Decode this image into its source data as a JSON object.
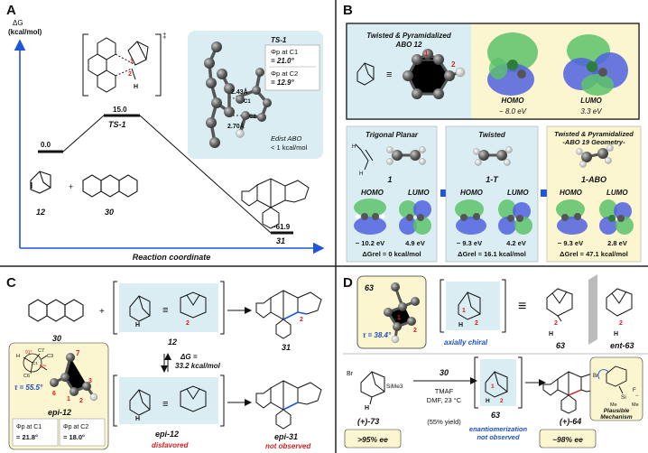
{
  "panels": {
    "a": "A",
    "b": "B",
    "c": "C",
    "d": "D"
  },
  "colors": {
    "teal_box": "#d9edf2",
    "yellow_box": "#fbf6cf",
    "blue_axis": "#1f55d8",
    "red": "#d32020",
    "green_orbital": "#5cc26a",
    "blue_orbital": "#5061e0"
  },
  "panel_a": {
    "y_axis_label_1": "ΔG",
    "y_axis_label_2": "(kcal/mol)",
    "x_axis_label": "Reaction coordinate",
    "dagger": "‡",
    "ts_energy": "15.0",
    "ts_label": "TS-1",
    "start_energy": "0.0",
    "product_energy": "−61.9",
    "product_label": "31",
    "reactant_1": "12",
    "plus": "+",
    "reactant_2": "30",
    "atom_1": "1",
    "atom_2": "2",
    "atom_h": "H",
    "ts_box": {
      "title": "TS-1",
      "phi_c1_line1": "Φp at C1",
      "phi_c1_line2": "= 21.0°",
      "phi_c2_line1": "Φp at C2",
      "phi_c2_line2": "= 12.9°",
      "dist_1": "2.43Å",
      "dist_2": "2.70Å",
      "c1": "C1",
      "c2": "C2",
      "edist_line1": "Edist ABO",
      "edist_line2": "< 1 kcal/mol"
    }
  },
  "panel_b": {
    "abo_box": {
      "title_line1": "Twisted & Pyramidalized",
      "title_line2": "ABO 12",
      "homo": "HOMO",
      "homo_e": "− 8.0 eV",
      "lumo": "LUMO",
      "lumo_e": "3.3 eV"
    },
    "cols": [
      {
        "title": "Trigonal Planar",
        "label": "1",
        "homo": "HOMO",
        "lumo": "LUMO",
        "homo_e": "− 10.2 eV",
        "lumo_e": "4.9 eV",
        "dg": "ΔGrel = 0 kcal/mol"
      },
      {
        "title": "Twisted",
        "label": "1-T",
        "homo": "HOMO",
        "lumo": "LUMO",
        "homo_e": "− 9.3 eV",
        "lumo_e": "4.2 eV",
        "dg": "ΔGrel = 16.1 kcal/mol"
      },
      {
        "title": "Twisted & Pyramidalized",
        "title2": "-ABO 19 Geometry-",
        "label": "1-ABO",
        "homo": "HOMO",
        "lumo": "LUMO",
        "homo_e": "− 9.3 eV",
        "lumo_e": "2.8 eV",
        "dg": "ΔGrel = 47.1 kcal/mol"
      }
    ]
  },
  "panel_c": {
    "anthracene": "30",
    "plus": "+",
    "abo": "12",
    "product": "31",
    "dg_line1": "ΔG =",
    "dg_line2": "33.2 kcal/mol",
    "epi_abo": "epi-12",
    "epi_product": "epi-31",
    "disfavored": "disfavored",
    "not_observed": "not observed",
    "h": "H",
    "n1": "1",
    "n2": "2",
    "epi_box": {
      "tau": "τ = 55.5°",
      "label": "epi-12",
      "phi_c1_line1": "Φp at C1",
      "phi_c1_line2": "= 21.8°",
      "phi_c2_line1": "Φp at C2",
      "phi_c2_line2": "= 18.0°",
      "n7": "7",
      "n6": "6",
      "n1": "1",
      "n2": "2",
      "n3": "3",
      "newman_a1": "91°",
      "newman_a2": "50°",
      "c1": "C1",
      "c7": "C7",
      "c6": "C6",
      "c3": "C3",
      "h": "H"
    }
  },
  "panel_d": {
    "model_box": {
      "label": "63",
      "tau": "τ = 38.4°",
      "n1": "1",
      "n2": "2"
    },
    "axially_chiral": "axially chiral",
    "equiv": "≡",
    "c63": "63",
    "ent63": "ent-63",
    "h": "H",
    "n1": "1",
    "n2": "2",
    "reactant": "(+)-73",
    "br": "Br",
    "sime3": "SiMe3",
    "reagent_top": "30",
    "reagent_1": "TMAF",
    "reagent_2": "DMF, 23 °C",
    "yield": "(55% yield)",
    "intermediate": "63",
    "product": "(+)-64",
    "ee_start": ">95% ee",
    "enantiomerization_1": "enantiomerization",
    "enantiomerization_2": "not observed",
    "ee_end": "~98% ee",
    "mechanism": {
      "line1": "Plausible",
      "line2": "Mechanism",
      "br": "Br",
      "si": "Si",
      "f": "F",
      "me": "Me",
      "minus": "−"
    }
  }
}
